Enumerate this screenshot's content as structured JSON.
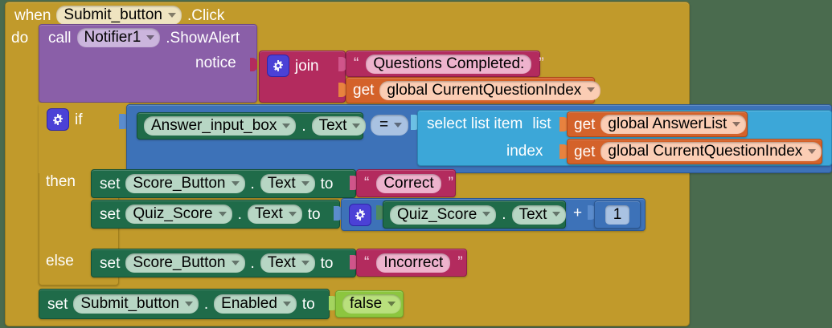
{
  "workspace": {
    "background_color": "#4a6b4e",
    "blocks": {
      "event": {
        "when_label": "when",
        "component": "Submit_button",
        "event": ".Click",
        "do_label": "do",
        "color": "#c19a2b"
      },
      "call": {
        "call_label": "call",
        "component": "Notifier1",
        "method": ".ShowAlert",
        "arg_label": "notice",
        "color": "#8a5fa8"
      },
      "join": {
        "label": "join",
        "color": "#b32b5e",
        "open_quote": "“",
        "close_quote": "”",
        "text_value": "Questions Completed:",
        "get_label": "get",
        "get_variable": "global CurrentQuestionIndex",
        "get_color": "#d4622a"
      },
      "if": {
        "if_label": "if",
        "then_label": "then",
        "else_label": "else",
        "color": "#c19a2b"
      },
      "compare": {
        "color": "#3d72b8",
        "operator": "=",
        "left_component": "Answer_input_box",
        "left_property": "Text",
        "dot": "."
      },
      "select_list_item": {
        "label": "select list item",
        "list_label": "list",
        "index_label": "index",
        "color": "#3ca7d8",
        "list_get_label": "get",
        "list_variable": "global AnswerList",
        "index_get_label": "get",
        "index_variable": "global CurrentQuestionIndex"
      },
      "then_set_score": {
        "set_label": "set",
        "component": "Score_Button",
        "property": "Text",
        "to_label": "to",
        "dot": ".",
        "value_open_quote": "“",
        "value_close_quote": "”",
        "value": "Correct",
        "color": "#1f6b49"
      },
      "then_set_quiz": {
        "set_label": "set",
        "component": "Quiz_Score",
        "property": "Text",
        "to_label": "to",
        "dot": ".",
        "color": "#1f6b49",
        "add_color": "#3d72b8",
        "operand_component": "Quiz_Score",
        "operand_property": "Text",
        "operator": "+",
        "number": "1"
      },
      "else_set_score": {
        "set_label": "set",
        "component": "Score_Button",
        "property": "Text",
        "to_label": "to",
        "dot": ".",
        "value_open_quote": "“",
        "value_close_quote": "”",
        "value": "Incorrect",
        "color": "#1f6b49"
      },
      "final_set_enabled": {
        "set_label": "set",
        "component": "Submit_button",
        "property": "Enabled",
        "to_label": "to",
        "dot": ".",
        "value": "false",
        "color": "#1f6b49",
        "value_color": "#8cc63f"
      }
    }
  }
}
